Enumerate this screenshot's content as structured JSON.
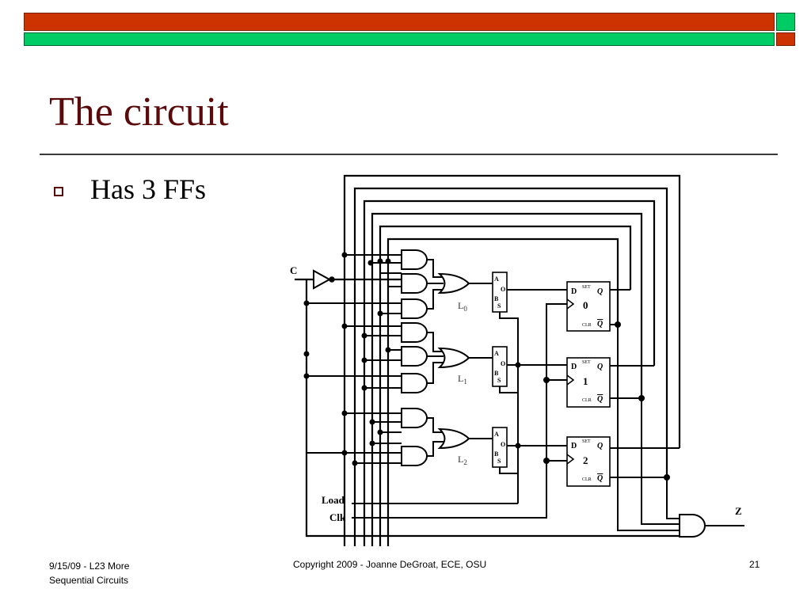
{
  "slide": {
    "title": "The circuit",
    "bullets": [
      "Has 3 FFs"
    ]
  },
  "circuit": {
    "input_c": "C",
    "load": "Load",
    "clk": "Clk",
    "output_z": "Z",
    "mux_labels": {
      "a": "A",
      "o": "O",
      "b": "B",
      "s": "S"
    },
    "mux_select": [
      {
        "main": "L",
        "sub": "0"
      },
      {
        "main": "L",
        "sub": "1"
      },
      {
        "main": "L",
        "sub": "2"
      }
    ],
    "ff_labels": {
      "d": "D",
      "set": "SET",
      "q": "Q",
      "clr": "CLR",
      "qbar": "Q"
    },
    "ff_numbers": [
      "0",
      "1",
      "2"
    ]
  },
  "footer": {
    "left_line1": "9/15/09 - L23 More",
    "left_line2": "Sequential Circuits",
    "center": "Copyright 2009 - Joanne DeGroat, ECE, OSU",
    "page": "21"
  },
  "colors": {
    "top_bar": "#cc3300",
    "green_bar": "#00cc66",
    "title": "#5a0a0a",
    "wire": "#000000"
  }
}
